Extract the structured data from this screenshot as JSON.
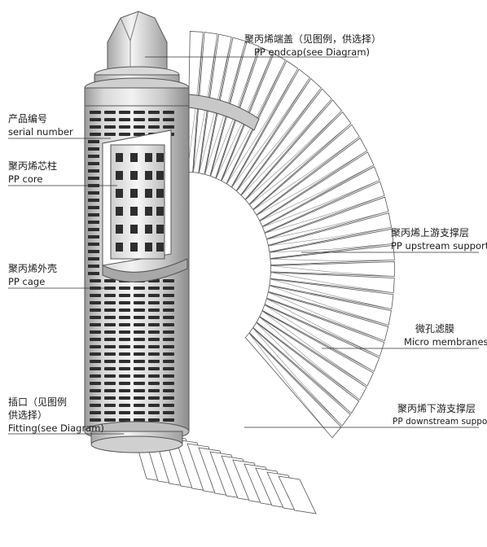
{
  "labels": {
    "endcap": {
      "zh": "聚丙烯端盖（见图例，供选择）",
      "en": "PP endcap(see Diagram)"
    },
    "serial": {
      "zh": "产品编号",
      "en": "serial number"
    },
    "core": {
      "zh": "聚丙烯芯柱",
      "en": "PP core"
    },
    "upstream": {
      "zh": "聚丙烯上游支撑层",
      "en": "PP upstream support"
    },
    "cage": {
      "zh": "聚丙烯外壳",
      "en": "PP cage"
    },
    "membrane": {
      "zh": "微孔滤膜",
      "en": "Micro membranes"
    },
    "fitting": {
      "zh_line1": "插口（见图例",
      "zh_line2": "供选择）",
      "en": "Fitting(see Diagram)"
    },
    "downstream": {
      "zh": "聚丙烯下游支撑层",
      "en": "PP downstream support"
    }
  },
  "colors": {
    "line": "#333333",
    "metal_light": "#e6e6e6",
    "metal_mid": "#bdbdbd",
    "metal_dark": "#8a8a8a",
    "slot": "#2e2e2e",
    "pleat_fill": "#ffffff",
    "pleat_stroke": "#555555"
  }
}
